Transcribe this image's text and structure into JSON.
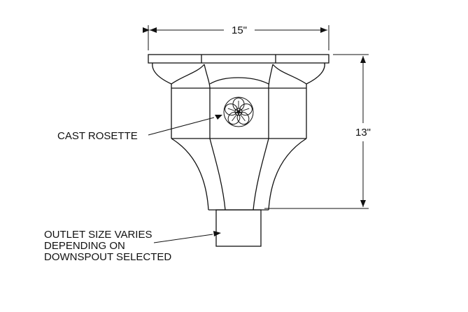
{
  "drawing": {
    "width_dimension": "15\"",
    "height_dimension": "13\"",
    "callouts": {
      "rosette": "CAST ROSETTE",
      "outlet_line1": "OUTLET SIZE VARIES",
      "outlet_line2": "DEPENDING ON",
      "outlet_line3": "DOWNSPOUT SELECTED"
    }
  },
  "colors": {
    "line": "#111111",
    "background": "#ffffff"
  }
}
